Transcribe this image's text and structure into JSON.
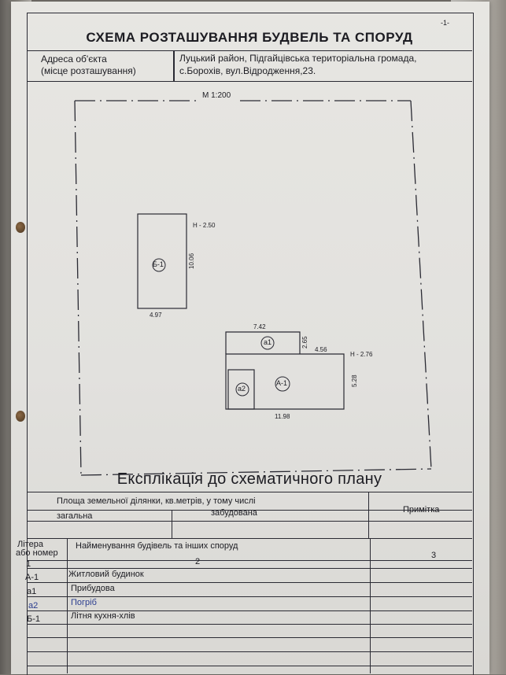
{
  "page_number": "-1-",
  "title": "СХЕМА РОЗТАШУВАННЯ БУДВЕЛЬ ТА СПОРУД",
  "address": {
    "label_line1": "Адреса об'єкта",
    "label_line2": "(місце розташування)",
    "value_line1": "Луцький район, Підгайцівська територіальна громада,",
    "value_line2": "с.Борохів, вул.Відродження,23."
  },
  "plan": {
    "scale": "М 1:200",
    "buildings": [
      {
        "id": "Б-1",
        "width_label": "4.97",
        "length_label": "10.06",
        "height_label": "Н - 2.50"
      },
      {
        "id": "а1",
        "width_label": "7.42",
        "length_label": "2.65"
      },
      {
        "id": "А-1",
        "width_label": "11.98",
        "length_label": "5.28",
        "extra_label": "4.56",
        "height_label": "Н - 2.76"
      },
      {
        "id": "а2"
      }
    ]
  },
  "explication": {
    "title": "Експлікація до схематичного плану",
    "area_header": "Площа земельної ділянки, кв.метрів, у тому числі",
    "col_total": "загальна",
    "col_built": "забудована",
    "col_note": "Примітка",
    "litera_header_1": "Літера",
    "litera_header_2": "або номер",
    "name_header": "Найменування будівель та інших споруд",
    "col_num_1": "1",
    "col_num_2": "2",
    "col_num_3": "3",
    "rows": [
      {
        "code": "А-1",
        "name": "Житловий будинок"
      },
      {
        "code": "а1",
        "name": "Прибудова"
      },
      {
        "code": "а2",
        "name": "Погріб"
      },
      {
        "code": "Б-1",
        "name": "Літня кухня-хлів"
      }
    ]
  }
}
